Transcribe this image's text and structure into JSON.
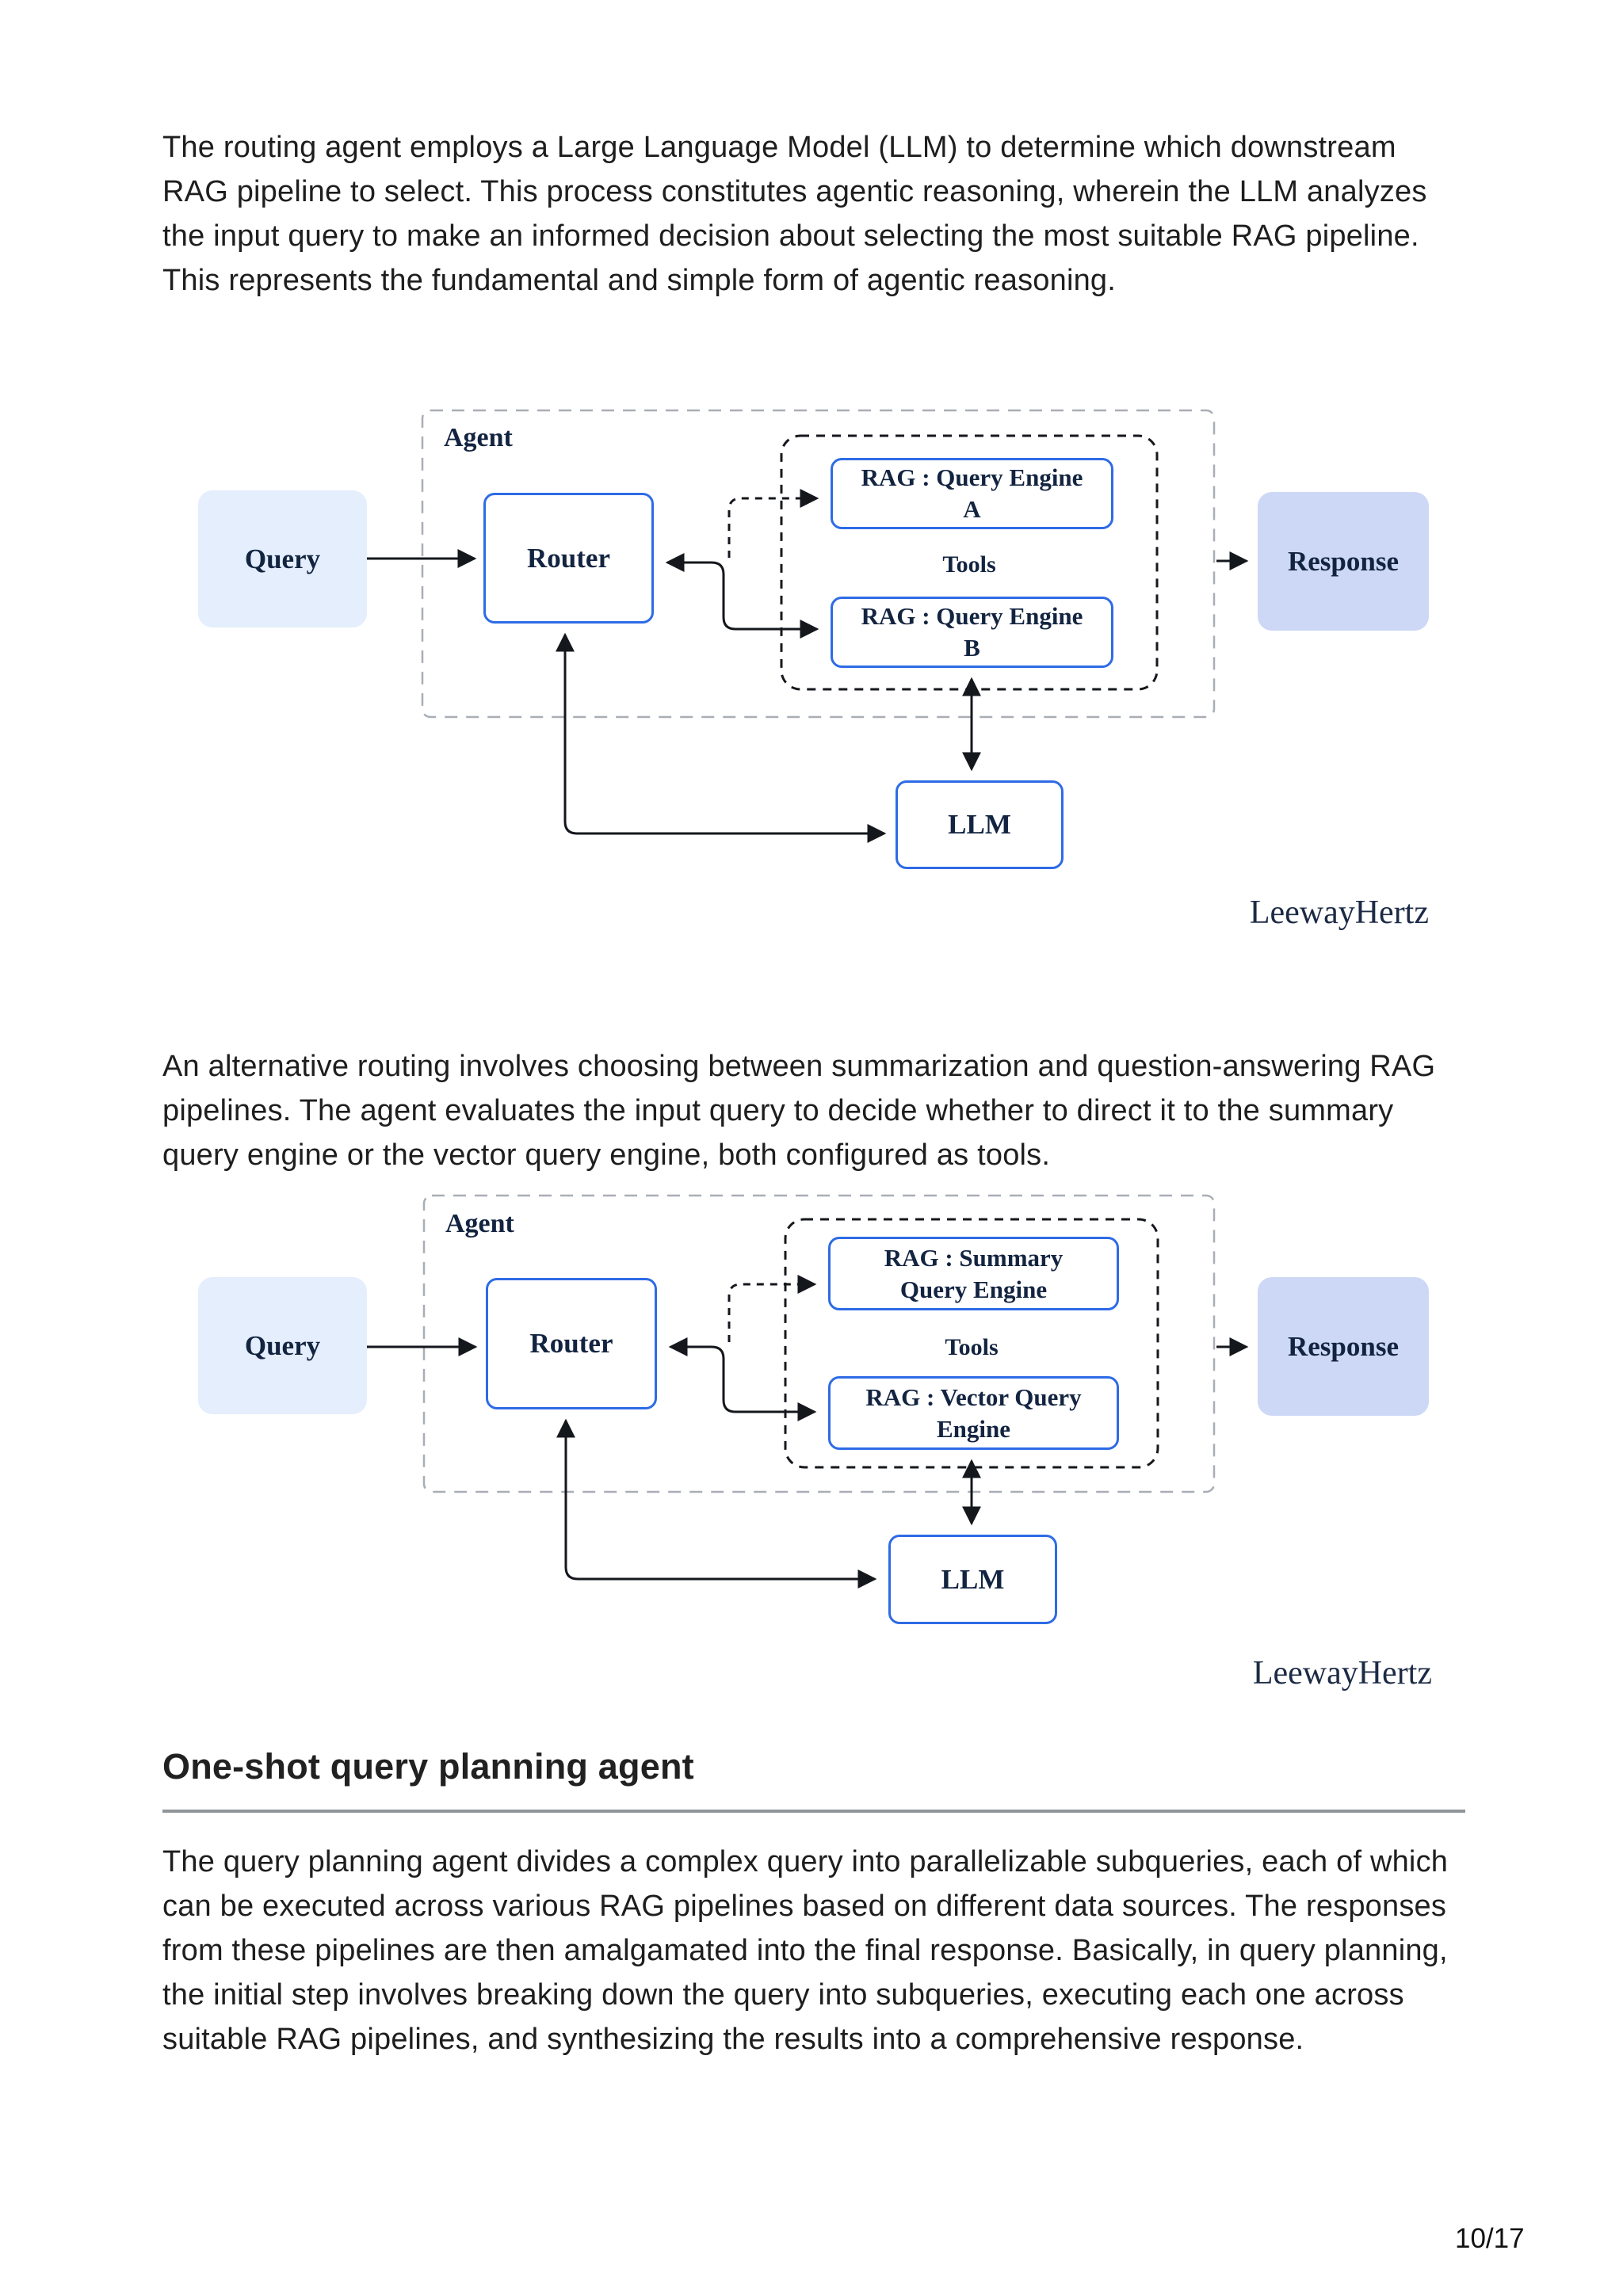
{
  "paragraphs": {
    "intro": "The routing agent employs a Large Language Model (LLM) to determine which downstream RAG pipeline to select. This process constitutes agentic reasoning, wherein the LLM analyzes the input query to make an informed decision about selecting the most suitable RAG pipeline. This represents the fundamental and simple form of agentic reasoning.",
    "alternative": "An alternative routing involves choosing between summarization and question-answering RAG pipelines. The agent evaluates the input query to decide whether to direct it to the summary query engine or the vector query engine, both configured as tools.",
    "planning": "The query planning agent divides a complex query into parallelizable subqueries, each of which can be executed across various RAG pipelines based on different data sources. The responses from these pipelines are then amalgamated into the final response. Basically, in query planning, the initial step involves breaking down the query into subqueries, executing each one across suitable RAG pipelines, and synthesizing the results into a comprehensive response."
  },
  "heading": "One-shot query planning agent",
  "page_number": "10/17",
  "diagrams": [
    {
      "agent": "Agent",
      "query": "Query",
      "router": "Router",
      "tools": "Tools",
      "engine_top": "RAG : Query Engine A",
      "engine_bottom": "RAG : Query Engine B",
      "response": "Response",
      "llm": "LLM",
      "credit": "LeewayHertz"
    },
    {
      "agent": "Agent",
      "query": "Query",
      "router": "Router",
      "tools": "Tools",
      "engine_top": "RAG : Summary Query Engine",
      "engine_bottom": "RAG : Vector Query Engine",
      "response": "Response",
      "llm": "LLM",
      "credit": "LeewayHertz"
    }
  ],
  "colors": {
    "box_border_blue": "#2e6be6",
    "query_fill": "#e4eefc",
    "response_fill": "#cdd8f6",
    "diagram_text": "#132441",
    "arrow": "#14171c",
    "agent_dash": "#a9aeb6",
    "tools_dash": "#15181d",
    "rule": "#90959a",
    "body_text": "#1e1e1e"
  }
}
